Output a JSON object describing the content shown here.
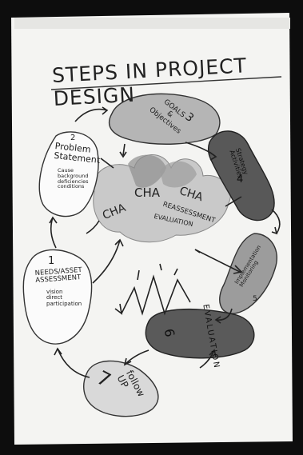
{
  "chart_title": "STEPS IN PROJECT DESIGN",
  "center": {
    "word1": "CHA",
    "word2": "CHA",
    "word3": "CHA",
    "line1": "REASSESSMENT",
    "line2": "EVALUATION"
  },
  "steps": [
    {
      "number": "1",
      "heading": "NEEDS/ASSET\nASSESSMENT",
      "detail": "vision\ndirect\nparticipation"
    },
    {
      "number": "2",
      "heading": "Problem\nStatement",
      "detail": "Cause\nbackground\ndeficiencies\nconditions"
    },
    {
      "number": "3",
      "heading": "GOALS\n&\nObjectives"
    },
    {
      "number": "4",
      "heading": "Strategy\nActivities"
    },
    {
      "number": "5",
      "heading": "Implementation\nMonitoring"
    },
    {
      "number": "6",
      "heading": "EVALUATION"
    },
    {
      "number": "7",
      "heading": "follow\nUP"
    }
  ]
}
